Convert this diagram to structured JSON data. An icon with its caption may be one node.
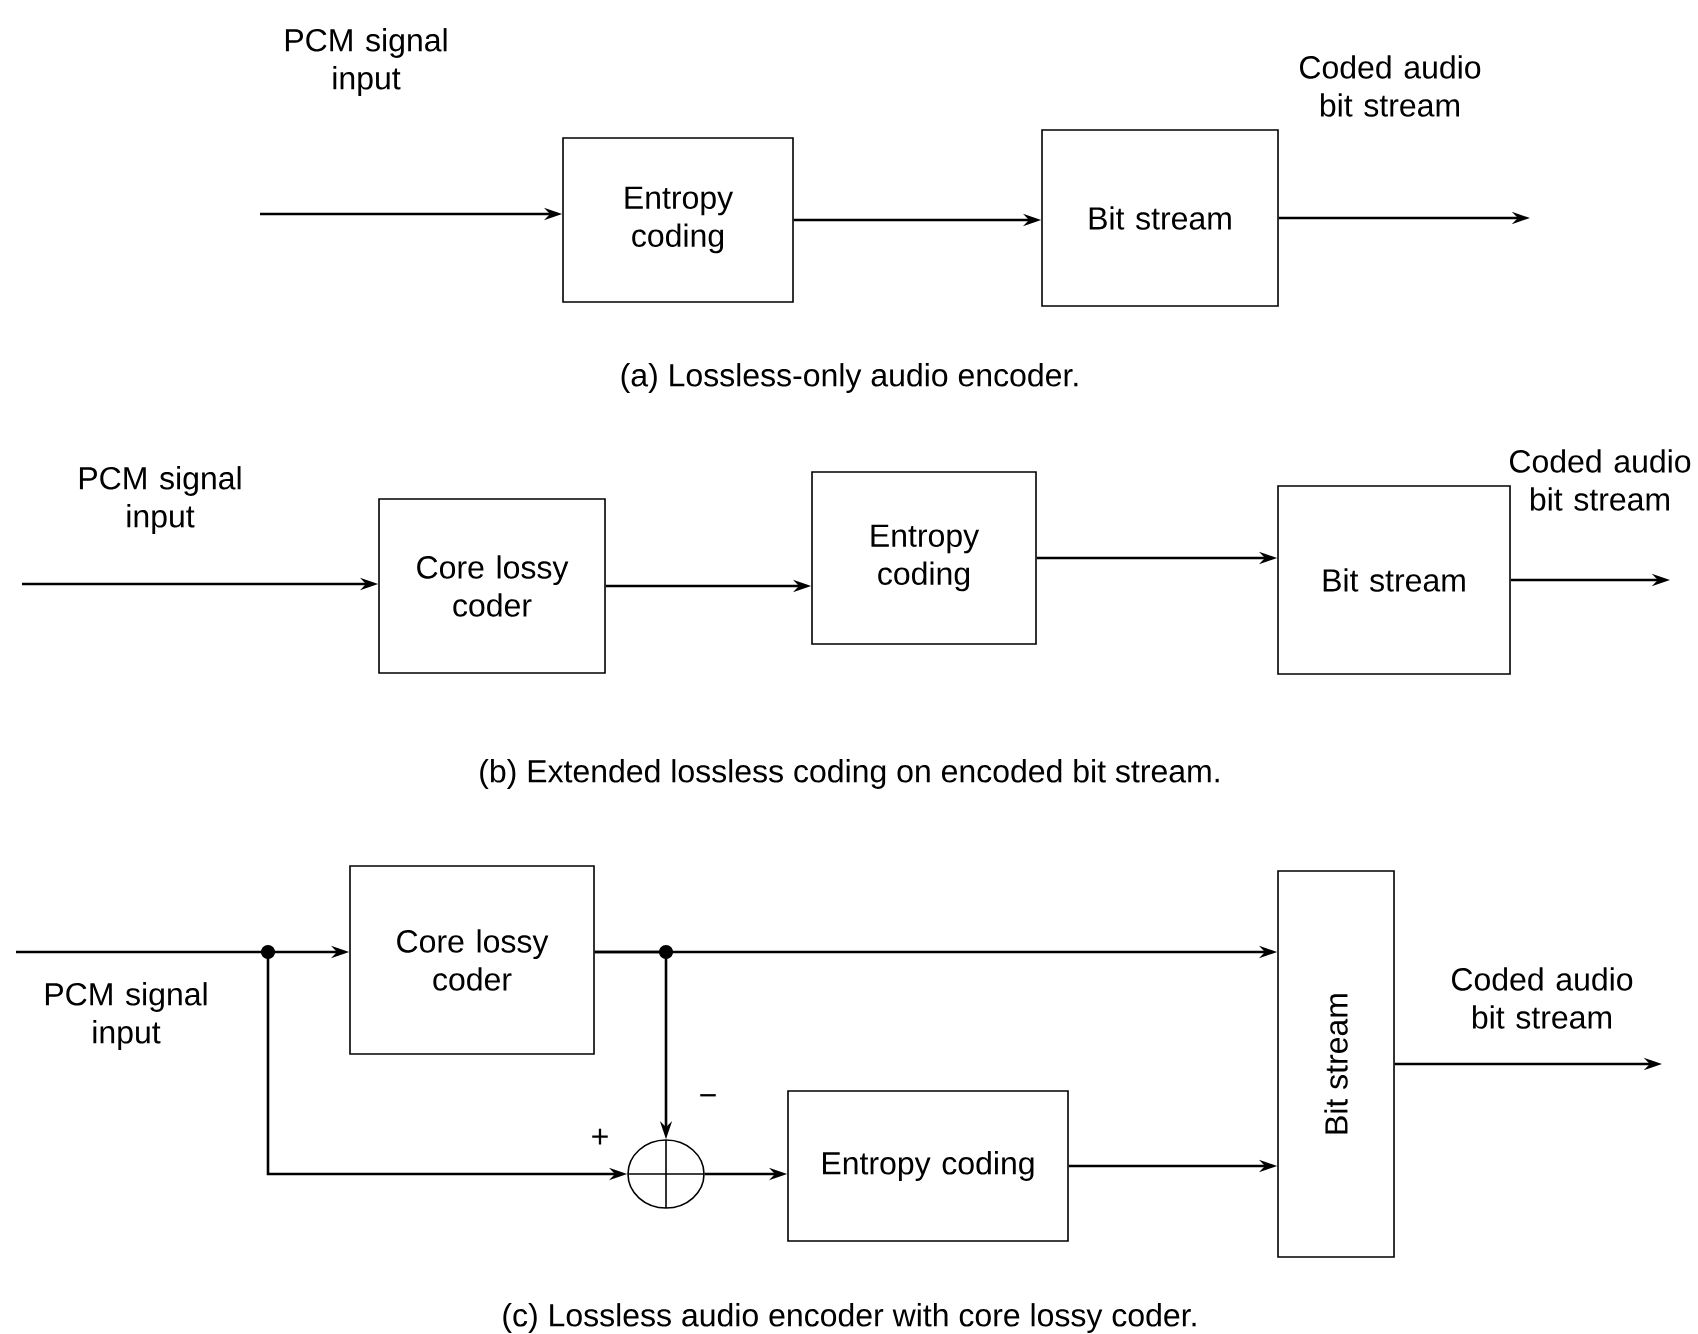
{
  "diagram": {
    "nodes": [
      {
        "text": [
          "Entropy coding"
        ]
      },
      {
        "text": [
          "Bit stream"
        ]
      },
      {
        "text": [
          "Core lossy coder"
        ]
      },
      {
        "text": [
          "Entropy coding"
        ]
      },
      {
        "text": [
          "Bit stream"
        ]
      },
      {
        "text": [
          "Core lossy coder"
        ]
      },
      {
        "text": [
          "Bit stream"
        ]
      },
      {
        "text": [
          "Entropy coding"
        ]
      },
      {
        "text": [],
        "shape": "circle"
      }
    ],
    "edges": [
      {
        "from": null,
        "to": 0,
        "arrow": "to",
        "label": "PCM signal input"
      },
      {
        "from": 0,
        "to": 1,
        "arrow": "to"
      },
      {
        "from": 1,
        "to": null,
        "arrow": "to",
        "label": "Coded audio bit stream"
      },
      {
        "from": null,
        "to": 2,
        "arrow": "to",
        "label": "PCM signal input"
      },
      {
        "from": 2,
        "to": 3,
        "arrow": "to"
      },
      {
        "from": 3,
        "to": 4,
        "arrow": "to"
      },
      {
        "from": 4,
        "to": null,
        "arrow": "to",
        "label": "Coded audio bit stream"
      },
      {
        "from": null,
        "to": 5,
        "arrow": "to",
        "label": "PCM signal input"
      },
      {
        "from": null,
        "to": 8,
        "arrow": "to",
        "label": "+"
      },
      {
        "from": 5,
        "to": 6,
        "arrow": "to"
      },
      {
        "from": 5,
        "to": 8,
        "arrow": "to",
        "label": "−"
      },
      {
        "from": 8,
        "to": 7,
        "arrow": "to"
      },
      {
        "from": 7,
        "to": 6,
        "arrow": "to"
      },
      {
        "from": 6,
        "to": null,
        "arrow": "to",
        "label": "Coded audio bit stream"
      }
    ],
    "labels": [
      "(a) Lossless-only audio encoder.",
      "(b) Extended lossless coding on encoded bit stream.",
      "(c) Lossless audio encoder with core lossy coder."
    ]
  }
}
